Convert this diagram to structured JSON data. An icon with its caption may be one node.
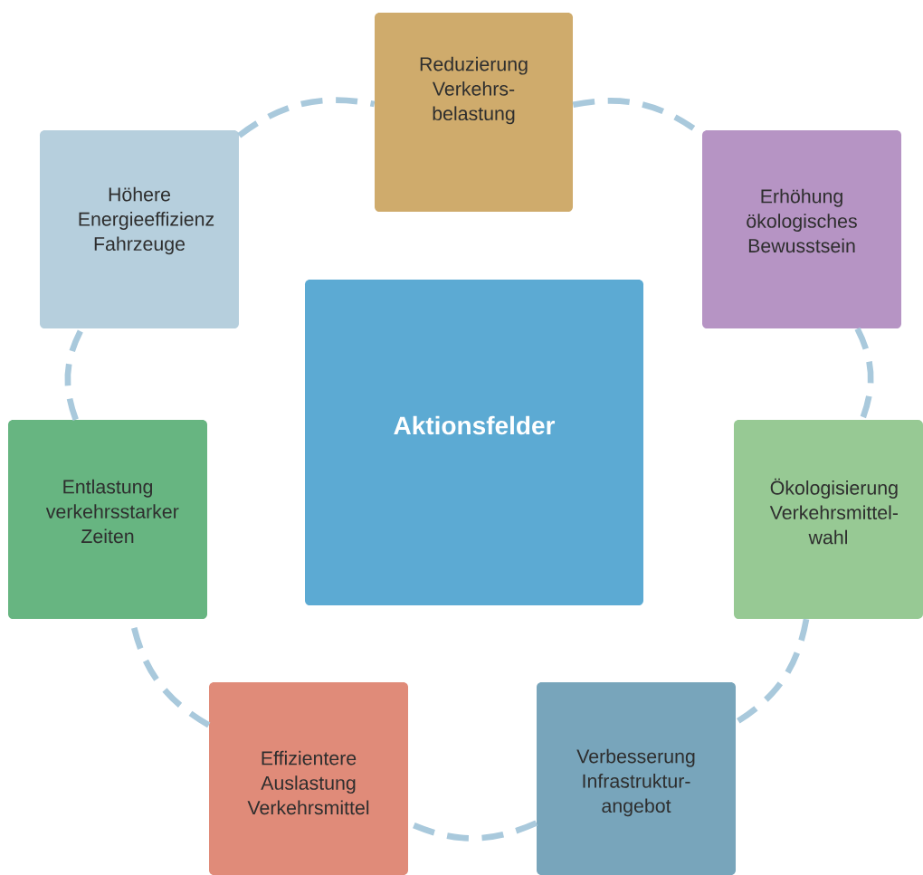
{
  "diagram": {
    "nodes": [
      {
        "text": [
          "Aktionsfelder"
        ]
      },
      {
        "text": [
          "Reduzierung Verkehrs- belastung"
        ]
      },
      {
        "text": [
          "Erhöhung ökologisches Bewusstsein"
        ]
      },
      {
        "text": [
          "Ökologisierung Verkehrsmittel- wahl"
        ]
      },
      {
        "text": [
          "Verbesserung Infrastruktur- angebot"
        ]
      },
      {
        "text": [
          "Effizientere Auslastung Verkehrsmittel"
        ]
      },
      {
        "text": [
          "Entlastung verkehrsstarker Zeiten"
        ]
      },
      {
        "text": [
          "Höhere Energieeffizienz Fahrzeuge"
        ]
      }
    ],
    "edges": [
      {
        "from": 1,
        "to": 2,
        "arrow": "none",
        "style": "dashed"
      },
      {
        "from": 2,
        "to": 3,
        "arrow": "none",
        "style": "dashed"
      },
      {
        "from": 3,
        "to": 4,
        "arrow": "none",
        "style": "dashed"
      },
      {
        "from": 4,
        "to": 5,
        "arrow": "none",
        "style": "dashed"
      },
      {
        "from": 5,
        "to": 6,
        "arrow": "none",
        "style": "dashed"
      },
      {
        "from": 6,
        "to": 7,
        "arrow": "none",
        "style": "dashed"
      },
      {
        "from": 7,
        "to": 1,
        "arrow": "none",
        "style": "dashed"
      }
    ]
  }
}
